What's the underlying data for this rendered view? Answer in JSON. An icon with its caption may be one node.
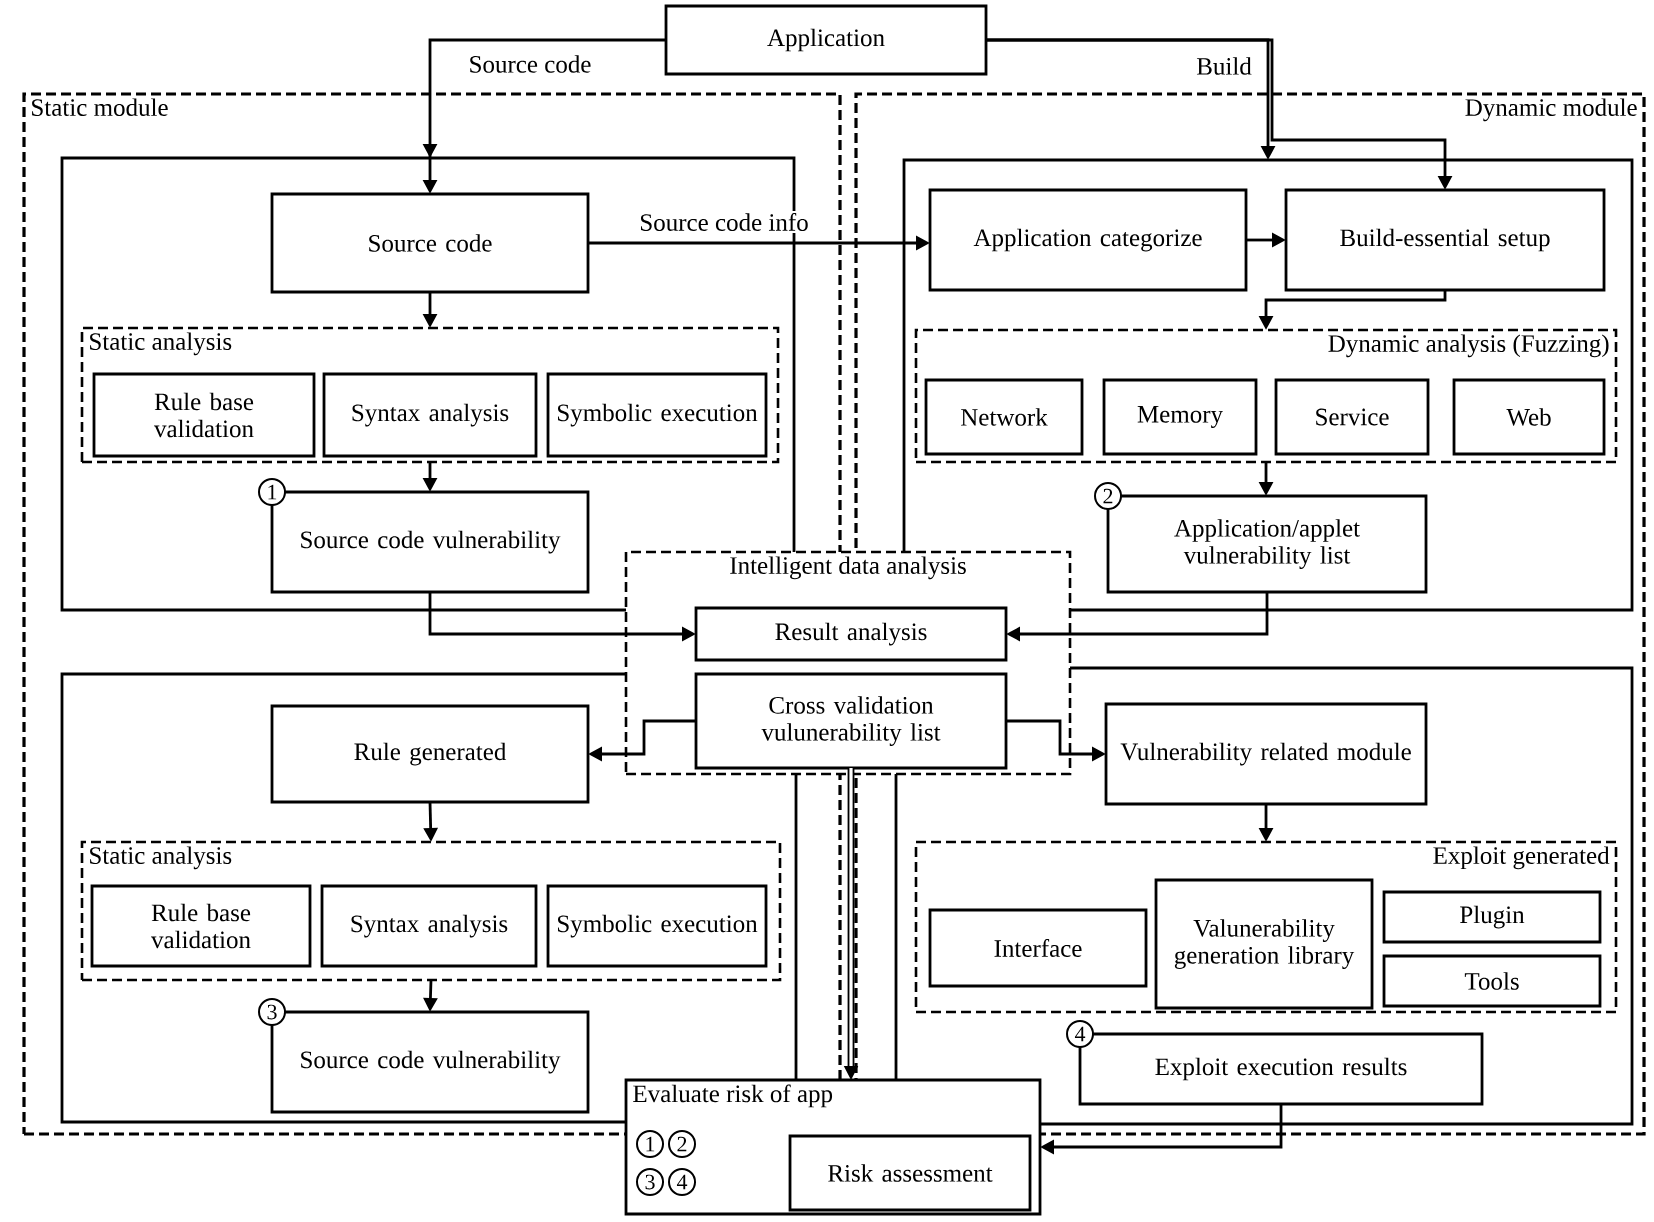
{
  "diagram": {
    "nodes": [
      {
        "text": [
          "Application"
        ]
      },
      {
        "text": [
          "Static module"
        ]
      },
      {
        "text": [
          "Dynamic module"
        ]
      },
      {
        "text": [],
        "shape": "box",
        "in": 1
      },
      {
        "text": [
          "Source code"
        ],
        "in": 3
      },
      {
        "text": [
          "Static analysis"
        ],
        "in": 3
      },
      {
        "text": [
          "Rule base validation"
        ],
        "in": 5
      },
      {
        "text": [
          "Syntax analysis"
        ],
        "in": 5
      },
      {
        "text": [
          "Symbolic execution"
        ],
        "in": 5
      },
      {
        "text": [
          "Source code vulnerability"
        ],
        "in": 3,
        "beside": [
          "1"
        ]
      },
      {
        "text": [],
        "shape": "box",
        "in": 2
      },
      {
        "text": [
          "Application categorize"
        ],
        "in": 10
      },
      {
        "text": [
          "Build-essential setup"
        ],
        "in": 10
      },
      {
        "text": [
          "Dynamic analysis (Fuzzing)"
        ],
        "in": 10
      },
      {
        "text": [
          "Network"
        ],
        "in": 13
      },
      {
        "text": [
          "Memory"
        ],
        "in": 13
      },
      {
        "text": [
          "Service"
        ],
        "in": 13
      },
      {
        "text": [
          "Web"
        ],
        "in": 13
      },
      {
        "text": [
          "Application/applet vulnerability list"
        ],
        "in": 10,
        "beside": [
          "2"
        ]
      },
      {
        "text": [
          "Intelligent data analysis"
        ]
      },
      {
        "text": [
          "Result analysis"
        ],
        "in": 19
      },
      {
        "text": [
          "Cross validation vulunerability list"
        ],
        "in": 19
      },
      {
        "text": [],
        "shape": "box",
        "in": 1
      },
      {
        "text": [
          "Rule generated"
        ],
        "in": 22
      },
      {
        "text": [
          "Static analysis"
        ],
        "in": 22
      },
      {
        "text": [
          "Rule base validation"
        ],
        "in": 24
      },
      {
        "text": [
          "Syntax analysis"
        ],
        "in": 24
      },
      {
        "text": [
          "Symbolic execution"
        ],
        "in": 24
      },
      {
        "text": [
          "Source code vulnerability"
        ],
        "in": 22,
        "beside": [
          "3"
        ]
      },
      {
        "text": [],
        "shape": "box",
        "in": 2
      },
      {
        "text": [
          "Vulnerability related module"
        ],
        "in": 29
      },
      {
        "text": [
          "Exploit generated"
        ],
        "in": 29
      },
      {
        "text": [
          "Interface"
        ],
        "in": 31
      },
      {
        "text": [
          "Valunerability generation library"
        ],
        "in": 31
      },
      {
        "text": [
          "Plugin"
        ],
        "in": 31
      },
      {
        "text": [
          "Tools"
        ],
        "in": 31
      },
      {
        "text": [
          "Exploit execution results"
        ],
        "in": 29,
        "beside": [
          "4"
        ]
      },
      {
        "text": [
          "Evaluate risk of app"
        ]
      },
      {
        "text": [
          "Risk assessment"
        ],
        "in": 37
      }
    ],
    "edges": [
      {
        "from": 0,
        "to": 4,
        "arrow": "to",
        "label": "Source code"
      },
      {
        "from": 0,
        "to": 10,
        "arrow": "to",
        "label": "Build"
      },
      {
        "from": 0,
        "to": 12,
        "arrow": "to"
      },
      {
        "from": 4,
        "to": 11,
        "arrow": "to",
        "label": "Source code info"
      },
      {
        "from": 11,
        "to": 12,
        "arrow": "to"
      },
      {
        "from": 4,
        "to": 5,
        "arrow": "to"
      },
      {
        "from": 5,
        "to": 9,
        "arrow": "to"
      },
      {
        "from": 12,
        "to": 13,
        "arrow": "to"
      },
      {
        "from": 13,
        "to": 18,
        "arrow": "to"
      },
      {
        "from": 9,
        "to": 20,
        "arrow": "to"
      },
      {
        "from": 18,
        "to": 20,
        "arrow": "to"
      },
      {
        "from": 21,
        "to": 23,
        "arrow": "to"
      },
      {
        "from": 21,
        "to": 30,
        "arrow": "to"
      },
      {
        "from": 23,
        "to": 24,
        "arrow": "to"
      },
      {
        "from": 24,
        "to": 28,
        "arrow": "to"
      },
      {
        "from": 30,
        "to": 31,
        "arrow": "to"
      },
      {
        "from": 21,
        "to": 37,
        "arrow": "to",
        "style": "thick"
      },
      {
        "from": 36,
        "to": 37,
        "arrow": "to"
      }
    ],
    "labels": [
      "1",
      "2",
      "3",
      "4"
    ]
  }
}
